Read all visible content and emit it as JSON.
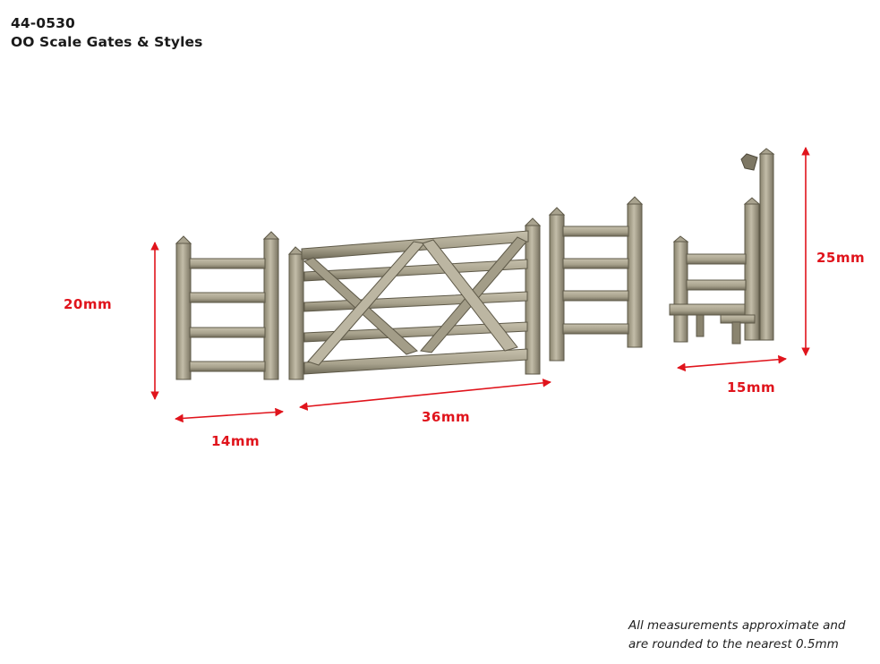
{
  "header": {
    "product_code": "44-0530",
    "product_title": "OO Scale Gates & Styles"
  },
  "dimensions": {
    "fence_height": "20mm",
    "fence_width": "14mm",
    "gate_width": "36mm",
    "stile_height": "25mm",
    "stile_width": "15mm"
  },
  "items": [
    {
      "name": "Fence section (left)"
    },
    {
      "name": "Five-bar gate"
    },
    {
      "name": "Fence section (right)"
    },
    {
      "name": "Stile"
    }
  ],
  "footnote": {
    "line1": "All measurements approximate and",
    "line2": "are rounded to the nearest 0.5mm"
  },
  "colors": {
    "dimension": "#e0141c",
    "wood_light": "#b9b3a0",
    "wood_dark": "#6f6a58",
    "text": "#1a1a1a"
  }
}
